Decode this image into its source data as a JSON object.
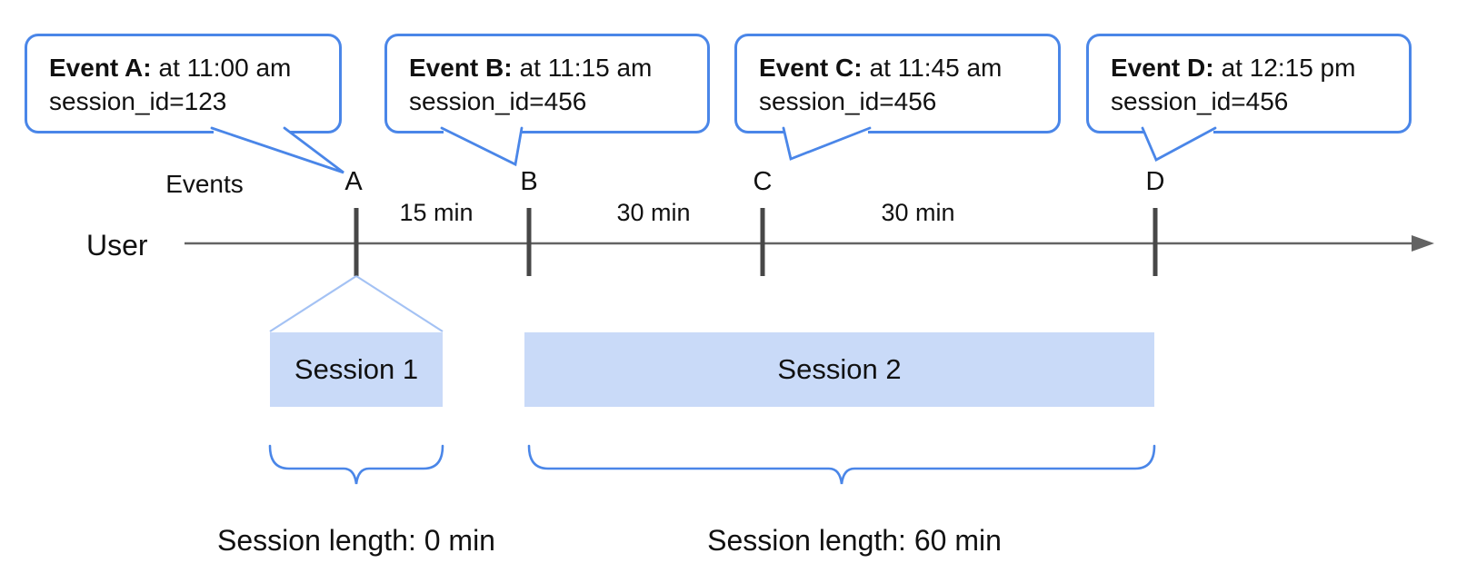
{
  "callouts": [
    {
      "title": "Event A:",
      "time": "at 11:00 am",
      "session": "session_id=123"
    },
    {
      "title": "Event B:",
      "time": "at 11:15 am",
      "session": "session_id=456"
    },
    {
      "title": "Event C:",
      "time": "at 11:45 am",
      "session": "session_id=456"
    },
    {
      "title": "Event D:",
      "time": "at 12:15 pm",
      "session": "session_id=456"
    }
  ],
  "timeline": {
    "row_label": "User",
    "events_label": "Events",
    "event_marks": [
      "A",
      "B",
      "C",
      "D"
    ],
    "intervals": [
      "15 min",
      "30 min",
      "30 min"
    ]
  },
  "sessions": [
    {
      "name": "Session 1",
      "length": "Session length: 0 min"
    },
    {
      "name": "Session 2",
      "length": "Session length: 60 min"
    }
  ],
  "colors": {
    "callout_border": "#4a86e8",
    "brace": "#4a86e8",
    "session_fill": "#c9daf8",
    "funnel_line": "#a4c2f4",
    "timeline_line": "#636363",
    "tick": "#474747",
    "text": "#111111"
  }
}
